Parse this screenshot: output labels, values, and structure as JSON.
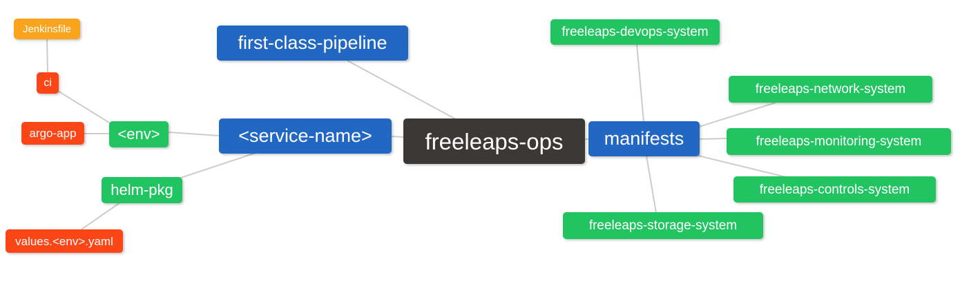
{
  "diagram_type": "mindmap",
  "colors": {
    "blue": "#2267C2",
    "green": "#22C361",
    "red": "#FB4617",
    "orange": "#F9A41C",
    "dark": "#3B3836",
    "edge_line": "#CCCCCC",
    "text": "#FFFFFF",
    "background": "#FFFFFF"
  },
  "nodes": {
    "root": {
      "label": "freeleaps-ops",
      "color": "dark"
    },
    "service_name": {
      "label": "<service-name>",
      "color": "blue",
      "connects_to": "root"
    },
    "first_class_pipeline": {
      "label": "first-class-pipeline",
      "color": "blue",
      "connects_to": "root"
    },
    "manifests": {
      "label": "manifests",
      "color": "blue",
      "connects_to": "root"
    },
    "env": {
      "label": "<env>",
      "color": "green",
      "connects_to": "service_name"
    },
    "helm_pkg": {
      "label": "helm-pkg",
      "color": "green",
      "connects_to": "service_name"
    },
    "ci": {
      "label": "ci",
      "color": "red",
      "connects_to": "env"
    },
    "argo_app": {
      "label": "argo-app",
      "color": "red",
      "connects_to": "env"
    },
    "jenkinsfile": {
      "label": "Jenkinsfile",
      "color": "orange",
      "connects_to": "ci"
    },
    "values_env_yaml": {
      "label": "values.<env>.yaml",
      "color": "red",
      "connects_to": "helm_pkg"
    },
    "devops_system": {
      "label": "freeleaps-devops-system",
      "color": "green",
      "connects_to": "manifests"
    },
    "network_system": {
      "label": "freeleaps-network-system",
      "color": "green",
      "connects_to": "manifests"
    },
    "monitoring_system": {
      "label": "freeleaps-monitoring-system",
      "color": "green",
      "connects_to": "manifests"
    },
    "controls_system": {
      "label": "freeleaps-controls-system",
      "color": "green",
      "connects_to": "manifests"
    },
    "storage_system": {
      "label": "freeleaps-storage-system",
      "color": "green",
      "connects_to": "manifests"
    }
  }
}
